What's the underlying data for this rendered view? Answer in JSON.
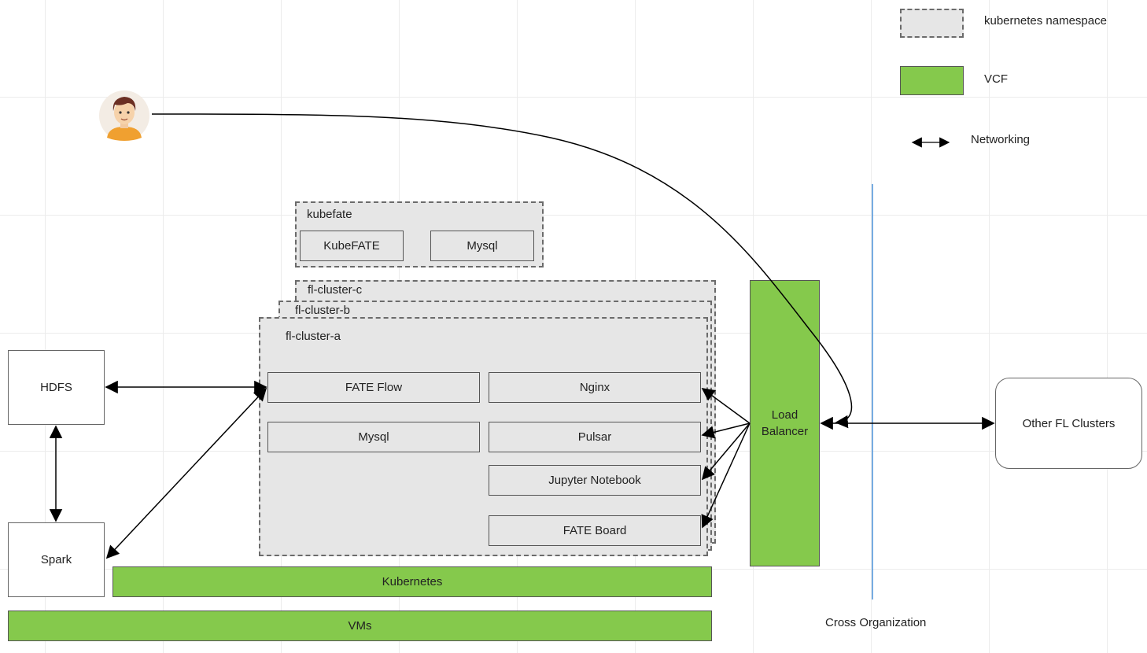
{
  "legend": {
    "namespace_label": "kubernetes namespace",
    "vcf_label": "VCF",
    "networking_label": "Networking"
  },
  "kubefate": {
    "label": "kubefate",
    "kubefate_box": "KubeFATE",
    "mysql_box": "Mysql"
  },
  "clusters": {
    "c_label": "fl-cluster-c",
    "b_label": "fl-cluster-b",
    "a_label": "fl-cluster-a"
  },
  "components": {
    "fate_flow": "FATE Flow",
    "mysql": "Mysql",
    "nginx": "Nginx",
    "pulsar": "Pulsar",
    "jupyter": "Jupyter Notebook",
    "fate_board": "FATE Board"
  },
  "external": {
    "hdfs": "HDFS",
    "spark": "Spark",
    "other_clusters": "Other FL Clusters",
    "load_balancer": "Load\nBalancer",
    "cross_org": "Cross Organization"
  },
  "infra": {
    "kubernetes": "Kubernetes",
    "vms": "VMs"
  },
  "colors": {
    "vcf_green": "#85c94c",
    "namespace_gray": "#e6e6e6",
    "divider_blue": "#4a90d9"
  }
}
